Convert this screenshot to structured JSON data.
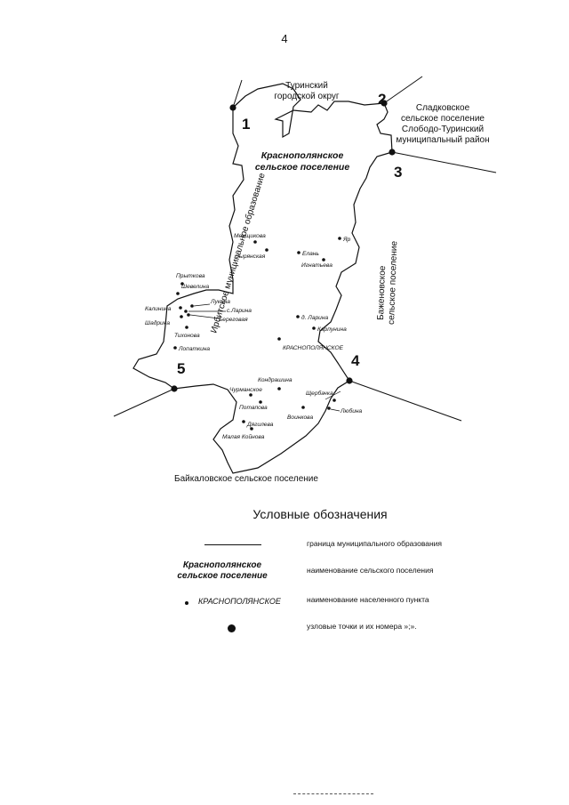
{
  "page": {
    "number": "4"
  },
  "labels": {
    "turinsky": [
      "Туринский",
      "городской округ"
    ],
    "sladkovskoe": [
      "Сладковское",
      "сельское поселение",
      "Слободо-Туринский",
      "муниципальный район"
    ],
    "irbitskoe": "Ирбитское муниципальное образование",
    "bazhenovskoe": [
      "Баженовское",
      "сельское поселение"
    ],
    "baikalovskoe": "Байкаловское сельское поселение",
    "krasnopolyanskoe": [
      "Краснополянское",
      "сельское поселение"
    ]
  },
  "nodes": [
    "1",
    "2",
    "3",
    "4",
    "5"
  ],
  "settlements": {
    "menshchikova": "Менщикова",
    "zyryanskaya": "Зырянская",
    "elan": "Елань",
    "yar": "Яр",
    "ignatieva": "Игнатьева",
    "prytkova": "Прыткова",
    "shevelina": "Шевелина",
    "lukina": "Лукина",
    "kalinina": "Калинина",
    "s_larina": "с.Ларина",
    "beregovaya": "Береговая",
    "shadrina": "Шадрина",
    "tikhonova": "Тихонова",
    "lopatkina": "Лопаткина",
    "d_larina": "д. Ларина",
    "karpunina": "Карпунина",
    "krasnopolyanskoe": "КРАСНОПОЛЯНСКОЕ",
    "kondrashina": "Кондрашина",
    "shcherbachka": "Щербачка",
    "lyubina": "Любина",
    "churmanskoe": "Чурманское",
    "potapova": "Потапова",
    "voinkova": "Воинкова",
    "dyagileva": "Дягилева",
    "malaya_koinova": "Малая Койнова"
  },
  "legend": {
    "title": "Условные обозначения",
    "border_desc": "граница муниципального образования",
    "name_sample": [
      "Краснополянское",
      "сельское поселение"
    ],
    "name_desc": "наименование сельского поселения",
    "settlement_sample": "КРАСНОПОЛЯНСКОЕ",
    "settlement_desc": "наименование населенного пункта",
    "node_desc": "узловые точки и их номера »;»."
  }
}
